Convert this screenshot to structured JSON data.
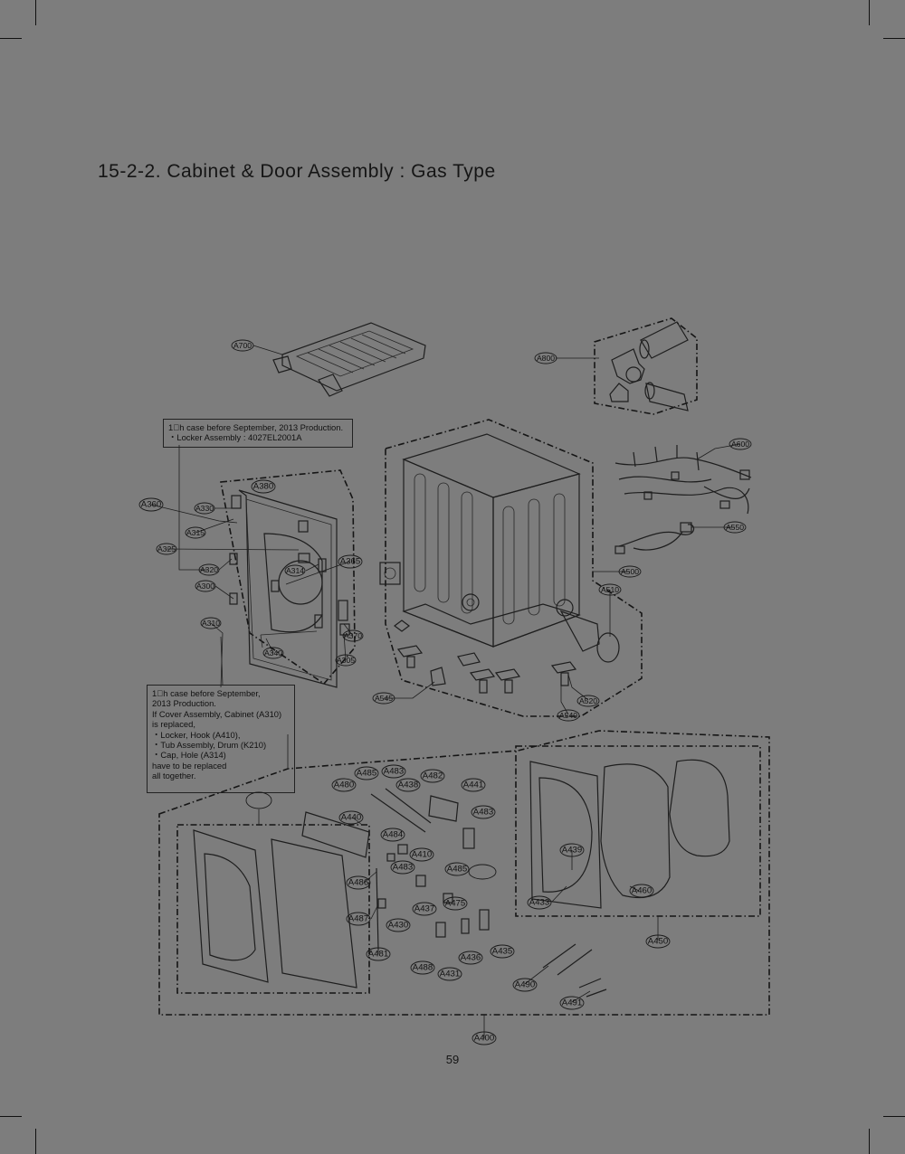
{
  "title": "15-2-2. Cabinet & Door Assembly : Gas Type",
  "page_number": "59",
  "notes": {
    "top": "1\u0000h case before September, 2013 Production.\n・Locker Assembly : 4027EL2001A",
    "bottom": "1\u0000h case before September,\n2013 Production.\nIf Cover Assembly, Cabinet (A310)\nis replaced,\n ・Locker, Hook (A410),\n ・Tub Assembly, Drum (K210)\n ・Cap, Hole (A314)\nhave to be replaced\nall together."
  },
  "labels": {
    "A700": "A700",
    "A800": "A800",
    "A600": "A600",
    "A550": "A550",
    "A500": "A500",
    "A510": "A510",
    "A520": "A520",
    "A540": "A540",
    "A545": "A545",
    "A360": "A360",
    "A330": "A330",
    "A315": "A315",
    "A325": "A325",
    "A320": "A320",
    "A300": "A300",
    "A310": "A310",
    "A314": "A314",
    "A365": "A365",
    "A380": "A380",
    "A340": "A340",
    "A370": "A370",
    "A305": "A305",
    "A485a": "A485",
    "A483a": "A483",
    "A482": "A482",
    "A480": "A480",
    "A438": "A438",
    "A441": "A441",
    "A483b": "A483",
    "A440": "A440",
    "A484": "A484",
    "A410": "A410",
    "A483c": "A483",
    "A485b": "A485",
    "A486": "A486",
    "A437": "A437",
    "A475": "A475",
    "A487": "A487",
    "A430": "A430",
    "A481": "A481",
    "A488": "A488",
    "A431": "A431",
    "A436": "A436",
    "A435": "A435",
    "A439": "A439",
    "A433": "A433",
    "A460": "A460",
    "A450": "A450",
    "A490": "A490",
    "A491": "A491",
    "A400": "A400"
  }
}
